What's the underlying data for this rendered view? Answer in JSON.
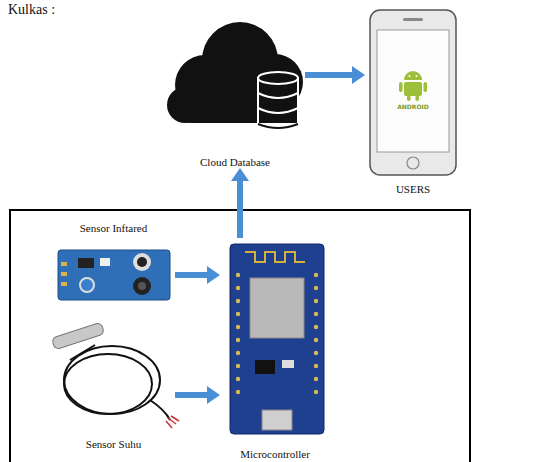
{
  "diagram": {
    "nodes": [
      {
        "text": [
          "Cloud Database"
        ]
      },
      {
        "text": [
          "USERS"
        ]
      },
      {
        "text": [
          "Sensor Inftared"
        ]
      },
      {
        "text": [
          "Sensor Suhu"
        ]
      },
      {
        "text": [
          "Microcontroller"
        ]
      }
    ],
    "edges": [
      {
        "from": 4,
        "to": 0,
        "arrow": "to"
      },
      {
        "from": 0,
        "to": 1,
        "arrow": "to"
      },
      {
        "from": 2,
        "to": 4,
        "arrow": "to"
      },
      {
        "from": 3,
        "to": 4,
        "arrow": "to"
      }
    ],
    "labels": [
      "Kulkas :",
      "ANDROID"
    ]
  }
}
